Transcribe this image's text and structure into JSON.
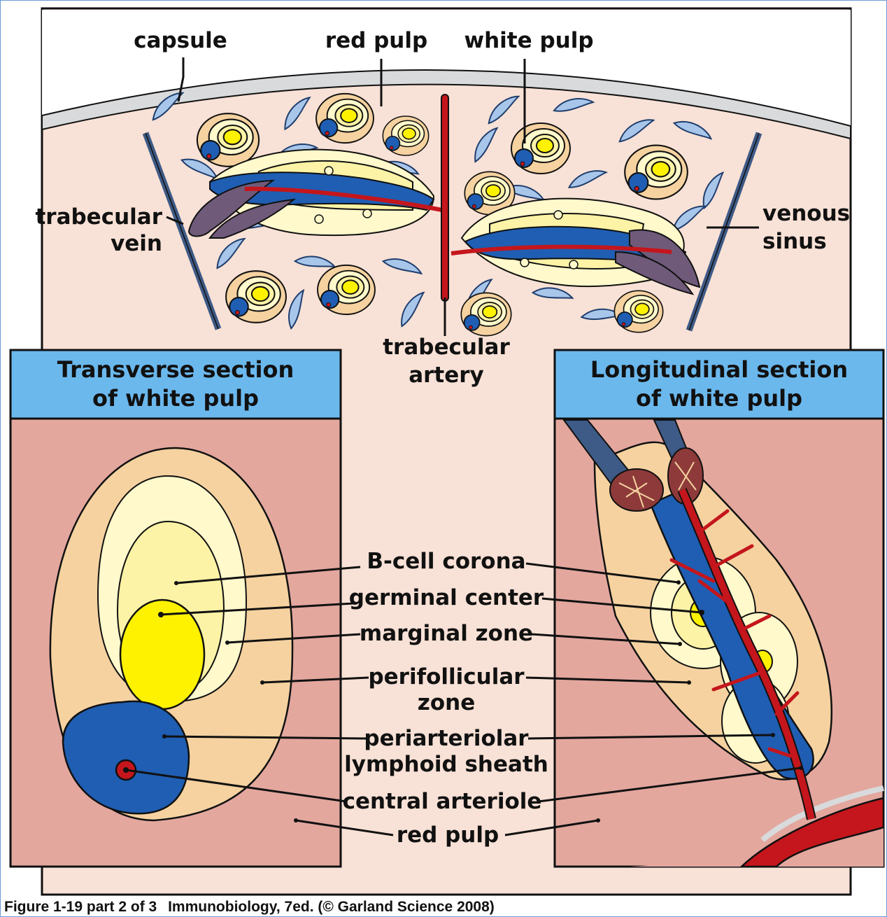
{
  "top_labels": {
    "capsule": "capsule",
    "red_pulp": "red pulp",
    "white_pulp": "white pulp",
    "trabecular_vein": [
      "trabecular",
      "vein"
    ],
    "venous_sinus": [
      "venous",
      "sinus"
    ],
    "trabecular_artery": [
      "trabecular",
      "artery"
    ]
  },
  "panels": {
    "transverse_title": [
      "Transverse section",
      "of white pulp"
    ],
    "longitudinal_title": [
      "Longitudinal section",
      "of white pulp"
    ]
  },
  "legend_labels": {
    "b_cell_corona": "B-cell corona",
    "germinal_center": "germinal center",
    "marginal_zone": "marginal zone",
    "perifollicular_zone": [
      "perifollicular",
      "zone"
    ],
    "pals": [
      "periarteriolar",
      "lymphoid sheath"
    ],
    "central_arteriole": "central arteriole",
    "red_pulp": "red pulp"
  },
  "caption": {
    "figure": "Figure 1-19 part 2 of 3",
    "source": "Immunobiology, 7ed. (© Garland Science 2008)"
  },
  "colors": {
    "red_pulp_pale": "#f8e1d6",
    "red_pulp_section": "#e3a79e",
    "perifollicular": "#f5d2a0",
    "marginal": "#fff9cc",
    "corona": "#fdf3a6",
    "germinal": "#fff200",
    "pals": "#1f5eb3",
    "artery": "#c4161c",
    "vein": "#3e5a86",
    "sinus": "#a8c6ea",
    "header": "#6bb8ed"
  }
}
